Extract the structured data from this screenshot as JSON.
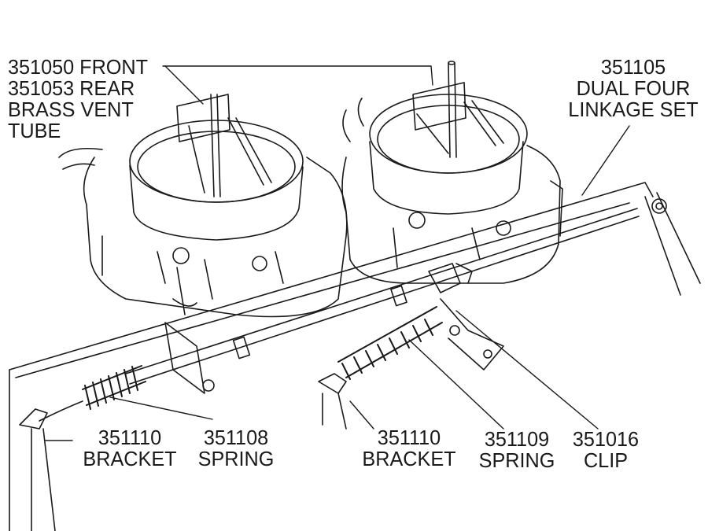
{
  "labels": {
    "vent_tube": {
      "line1": "351050 FRONT",
      "line2": "351053 REAR",
      "line3": "BRASS VENT",
      "line4": "TUBE"
    },
    "linkage_set": {
      "number": "351105",
      "line2": "DUAL FOUR",
      "line3": "LINKAGE SET"
    },
    "bracket_left": {
      "number": "351110",
      "name": "BRACKET"
    },
    "spring_left": {
      "number": "351108",
      "name": "SPRING"
    },
    "bracket_right": {
      "number": "351110",
      "name": "BRACKET"
    },
    "spring_right": {
      "number": "351109",
      "name": "SPRING"
    },
    "clip": {
      "number": "351016",
      "name": "CLIP"
    }
  },
  "colors": {
    "ink": "#1a1a1a",
    "background": "#ffffff"
  }
}
